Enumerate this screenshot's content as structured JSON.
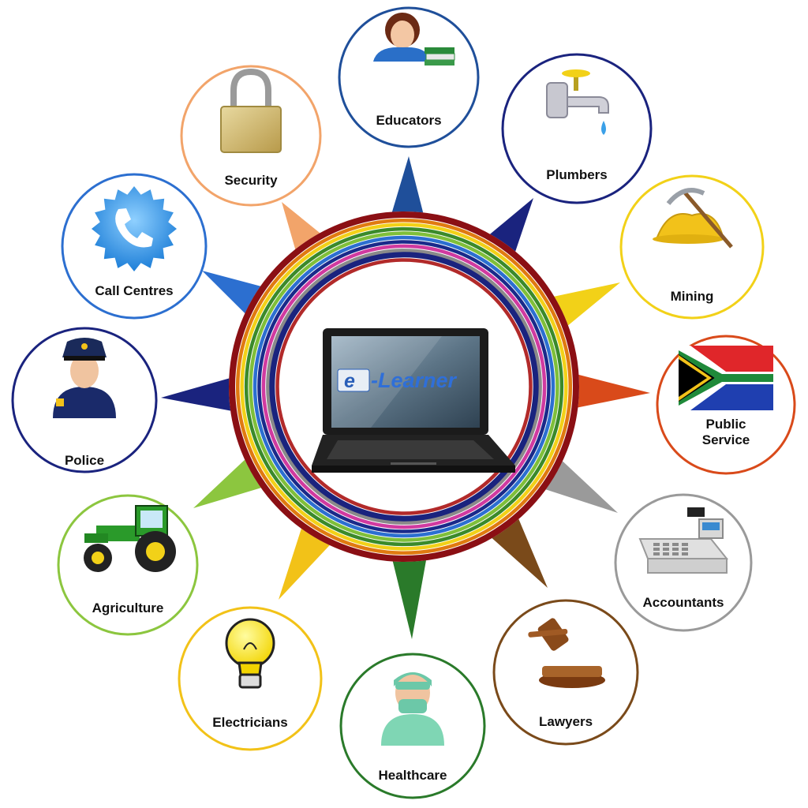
{
  "center": {
    "brand_text": "-Learner",
    "brand_letter": "e",
    "icon": "laptop-icon",
    "ring_colors": [
      "#8b0f14",
      "#e07a10",
      "#f2d118",
      "#3b8a2a",
      "#7fbf3a",
      "#2c6fd0",
      "#1a2a8a",
      "#d03aa0",
      "#8a8a8a",
      "#1a237e",
      "#b22a2a"
    ]
  },
  "nodes": [
    {
      "id": "educators",
      "label": "Educators",
      "lines": [
        "Educators"
      ],
      "color": "#1f4f9a",
      "icon": "teacher-icon"
    },
    {
      "id": "plumbers",
      "label": "Plumbers",
      "lines": [
        "Plumbers"
      ],
      "color": "#1a237e",
      "icon": "faucet-icon"
    },
    {
      "id": "mining",
      "label": "Mining",
      "lines": [
        "Mining"
      ],
      "color": "#f2d118",
      "icon": "gold-pickaxe-icon"
    },
    {
      "id": "public-service",
      "label": "Public Service",
      "lines": [
        "Public",
        "Service"
      ],
      "color": "#d94a1a",
      "icon": "south-africa-flag-icon"
    },
    {
      "id": "accountants",
      "label": "Accountants",
      "lines": [
        "Accountants"
      ],
      "color": "#9a9a9a",
      "icon": "cash-register-icon"
    },
    {
      "id": "lawyers",
      "label": "Lawyers",
      "lines": [
        "Lawyers"
      ],
      "color": "#7a4a1a",
      "icon": "gavel-icon"
    },
    {
      "id": "healthcare",
      "label": "Healthcare",
      "lines": [
        "Healthcare"
      ],
      "color": "#2a7a2a",
      "icon": "surgeon-icon"
    },
    {
      "id": "electricians",
      "label": "Electricians",
      "lines": [
        "Electricians"
      ],
      "color": "#f2c218",
      "icon": "light-bulb-icon"
    },
    {
      "id": "agriculture",
      "label": "Agriculture",
      "lines": [
        "Agriculture"
      ],
      "color": "#8cc63f",
      "icon": "tractor-icon"
    },
    {
      "id": "police",
      "label": "Police",
      "lines": [
        "Police"
      ],
      "color": "#1a237e",
      "icon": "police-officer-icon"
    },
    {
      "id": "call-centres",
      "label": "Call Centres",
      "lines": [
        "Call Centres"
      ],
      "color": "#2c6fd0",
      "icon": "telephone-icon"
    },
    {
      "id": "security",
      "label": "Security",
      "lines": [
        "Security"
      ],
      "color": "#f2a46a",
      "icon": "padlock-icon"
    }
  ]
}
